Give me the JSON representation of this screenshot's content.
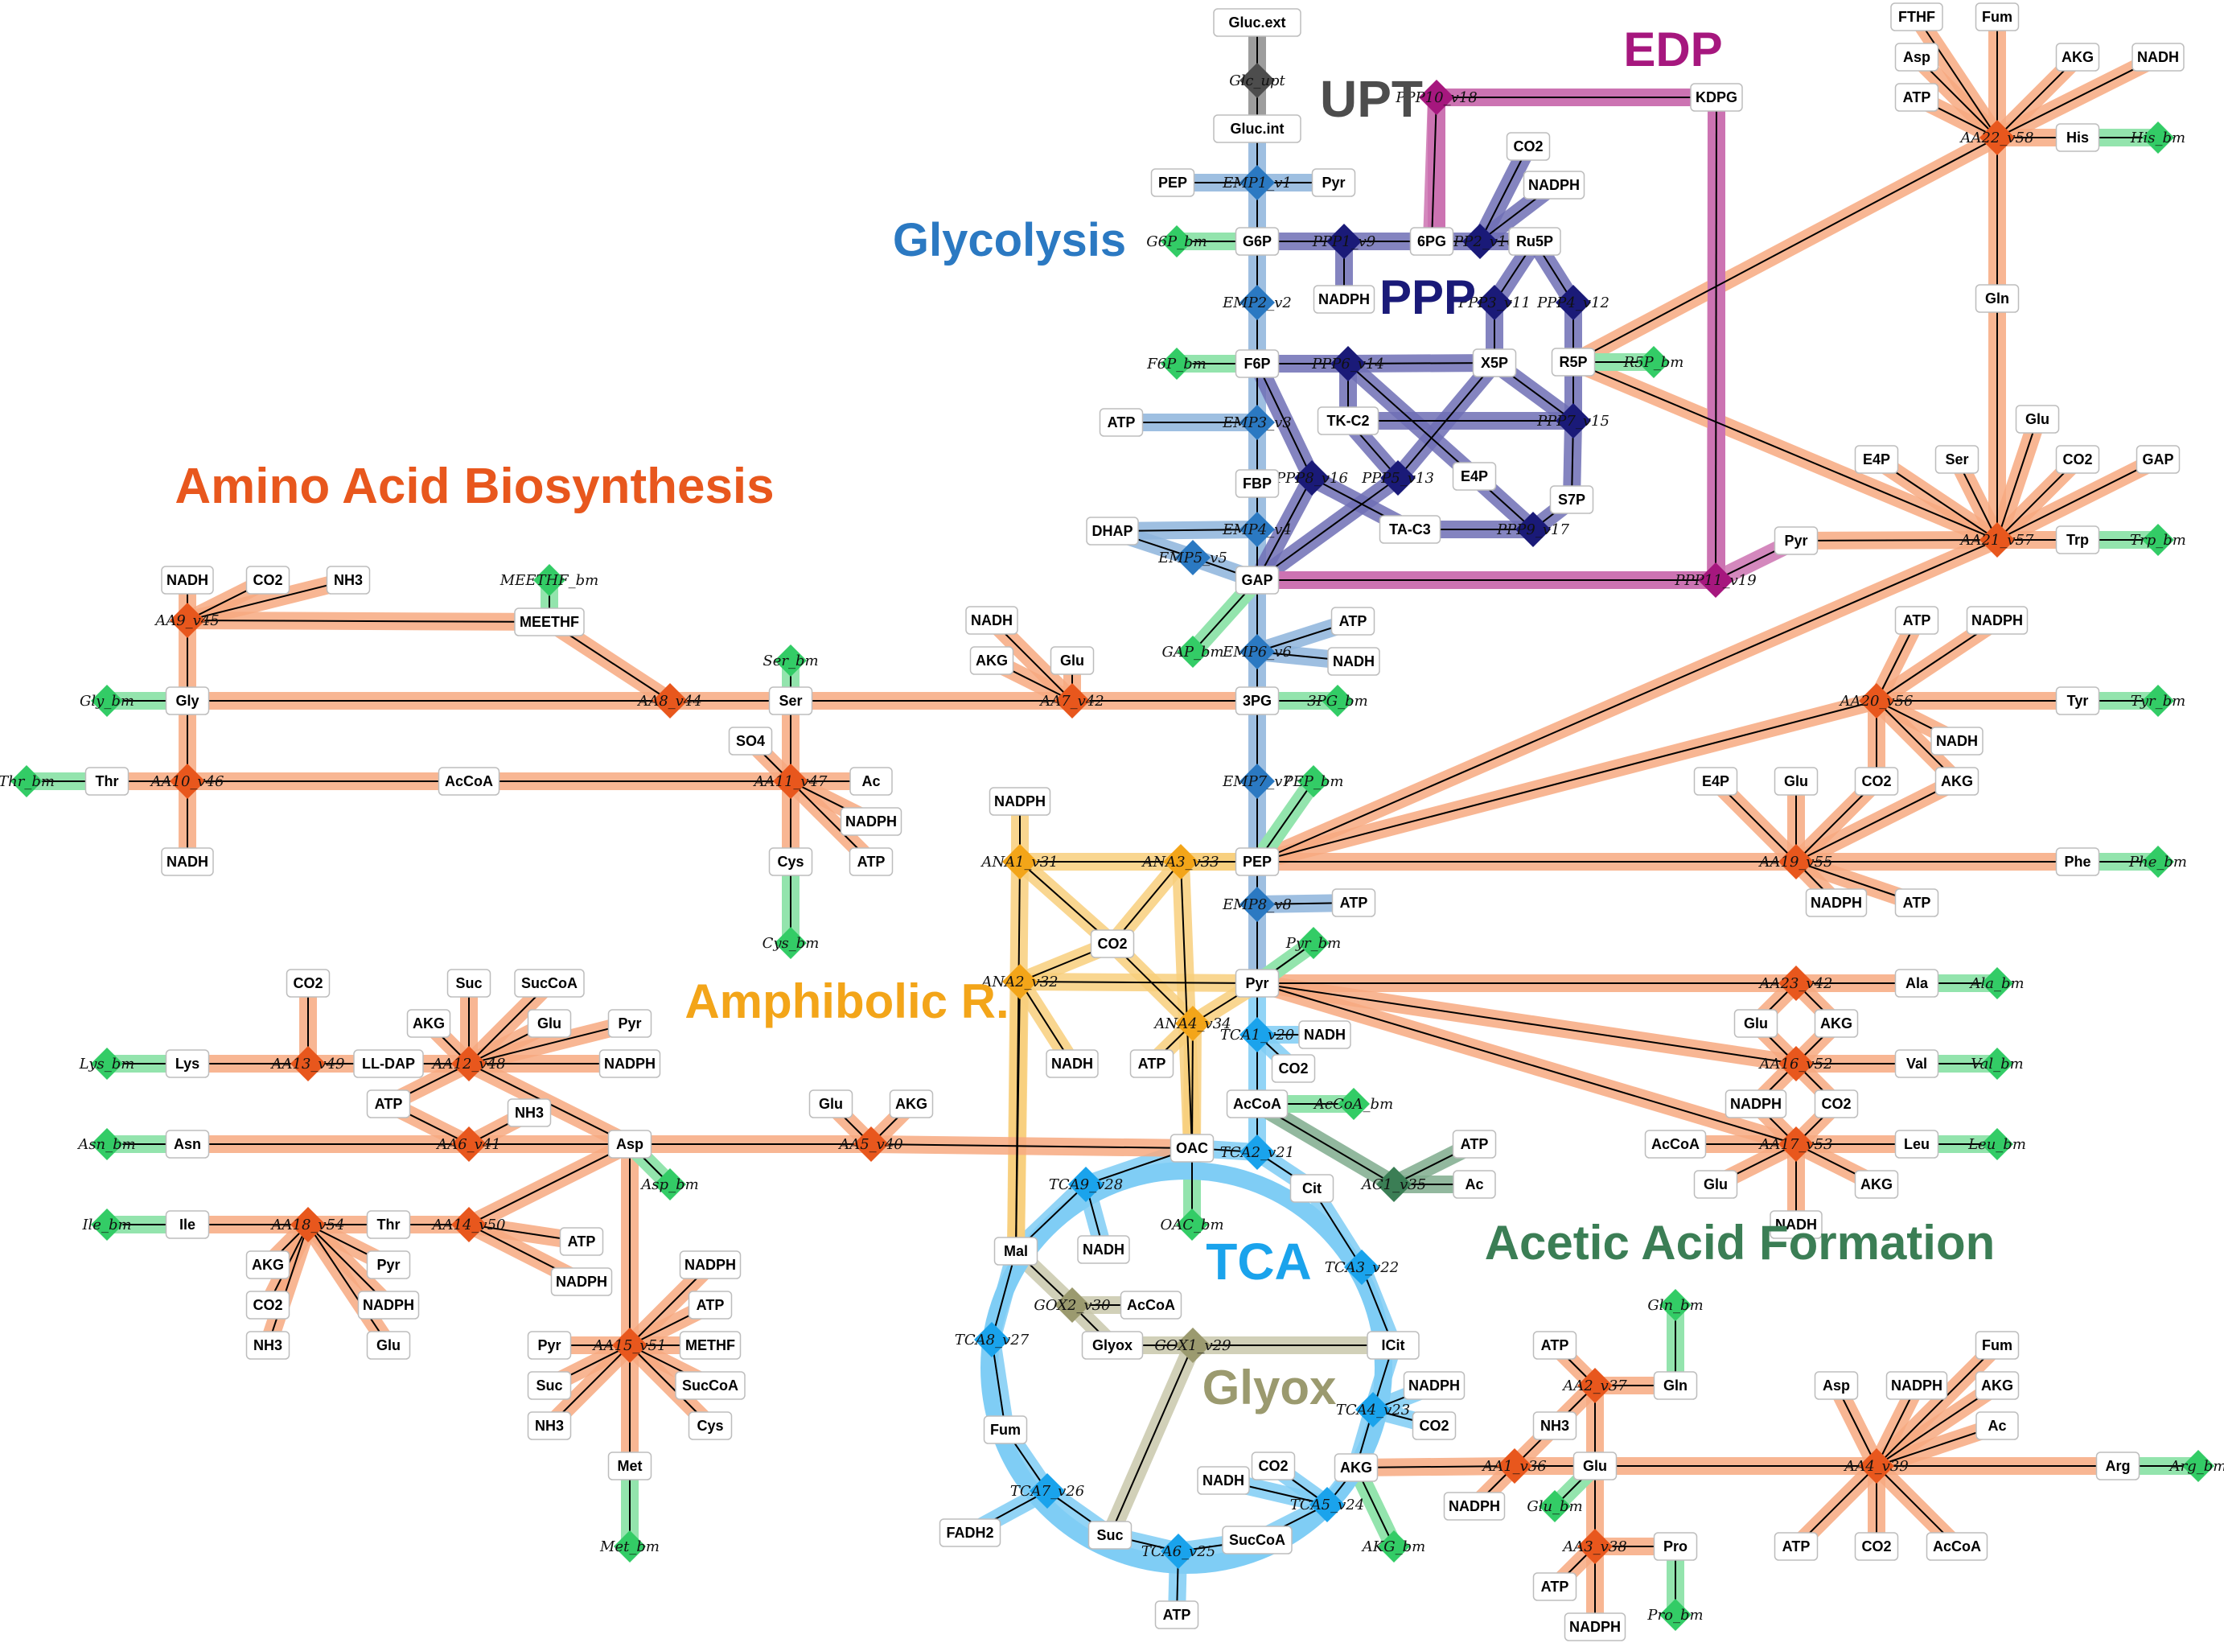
{
  "colors": {
    "glycolysis": "#2b79c2",
    "glycolysis_band": "#8db4dc",
    "ppp": "#1a1a78",
    "ppp_band": "#6f6fb5",
    "edp": "#a6177e",
    "edp_band": "#cc73b2",
    "upt": "#4d4d4d",
    "upt_band": "#8c8c8c",
    "aa": "#e8571d",
    "aa_band": "#f7a980",
    "amph": "#f3a519",
    "amph_band": "#f8cf7c",
    "tca": "#1aa3ec",
    "tca_band": "#7fcdf5",
    "glyox": "#9b9a6f",
    "glyox_band": "#c9c8ab",
    "acetic": "#3b7e55",
    "acetic_band": "#7fab8d",
    "biomass": "#33cc66",
    "biomass_band": "#93e4ad"
  },
  "regions": [
    {
      "key": "upt",
      "title": "UPT",
      "color": "#4d4d4d"
    },
    {
      "key": "edp",
      "title": "EDP",
      "color": "#a6177e"
    },
    {
      "key": "glycolysis",
      "title": "Glycolysis",
      "color": "#2b79c2"
    },
    {
      "key": "ppp",
      "title": "PPP",
      "color": "#1a1a78"
    },
    {
      "key": "aa",
      "title": "Amino Acid Biosynthesis",
      "color": "#e8571d"
    },
    {
      "key": "amph",
      "title": "Amphibolic R.",
      "color": "#f3a519"
    },
    {
      "key": "tca",
      "title": "TCA",
      "color": "#1aa3ec"
    },
    {
      "key": "glyox",
      "title": "Glyox",
      "color": "#9b9a6f"
    },
    {
      "key": "acetic",
      "title": "Acetic Acid Formation",
      "color": "#3b7e55"
    }
  ],
  "metabolites": [
    "Gluc.ext",
    "Gluc.int",
    "PEP",
    "Pyr",
    "G6P",
    "6PG",
    "Ru5P",
    "CO2",
    "NADPH",
    "X5P",
    "R5P",
    "F6P",
    "TK-C2",
    "E4P",
    "S7P",
    "ATP",
    "FBP",
    "DHAP",
    "GAP",
    "TA-C3",
    "KDPG",
    "3PG",
    "NADH",
    "AKG",
    "Glu",
    "Ser",
    "Gly",
    "MEETHF",
    "Thr",
    "AcCoA",
    "SO4",
    "Ac",
    "Cys",
    "Asp",
    "Asn",
    "Lys",
    "LL-DAP",
    "Suc",
    "SucCoA",
    "Ile",
    "Met",
    "METHF",
    "OAC",
    "Mal",
    "Glyox",
    "Fum",
    "FADH2",
    "Cit",
    "ICit",
    "Ala",
    "Val",
    "Leu",
    "Gln",
    "His",
    "Trp",
    "Tyr",
    "Phe",
    "Arg",
    "Pro",
    "FTHF",
    "NH3"
  ],
  "reactions": [
    "Glc_upt",
    "EMP1_v1",
    "EMP2_v2",
    "EMP3_v3",
    "EMP4_v4",
    "EMP5_v5",
    "EMP6_v6",
    "EMP7_v7",
    "EMP8_v8",
    "PPP1_v9",
    "PPP2_v10",
    "PPP3_v11",
    "PPP4_v12",
    "PPP5_v13",
    "PPP6_v14",
    "PPP7_v15",
    "PPP8_v16",
    "PPP9_v17",
    "PPP10_v18",
    "PPP11_v19",
    "TCA1_v20",
    "TCA2_v21",
    "TCA3_v22",
    "TCA4_v23",
    "TCA5_v24",
    "TCA6_v25",
    "TCA7_v26",
    "TCA8_v27",
    "TCA9_v28",
    "GOX1_v29",
    "GOX2_v30",
    "ANA1_v31",
    "ANA2_v32",
    "ANA3_v33",
    "ANA4_v34",
    "AC1_v35",
    "AA1_v36",
    "AA2_v37",
    "AA3_v38",
    "AA4_v39",
    "AA5_v40",
    "AA6_v41",
    "AA7_v42",
    "AA8_v44",
    "AA9_v45",
    "AA10_v46",
    "AA11_v47",
    "AA12_v48",
    "AA13_v49",
    "AA14_v50",
    "AA15_v51",
    "AA16_v52",
    "AA17_v53",
    "AA18_v54",
    "AA19_v55",
    "AA20_v56",
    "AA21_v57",
    "AA22_v58",
    "AA23_v42"
  ],
  "biomass": [
    "G6P_bm",
    "F6P_bm",
    "R5P_bm",
    "GAP_bm",
    "3PG_bm",
    "PEP_bm",
    "Pyr_bm",
    "AcCoA_bm",
    "OAC_bm",
    "AKG_bm",
    "Gly_bm",
    "Ser_bm",
    "MEETHF_bm",
    "Thr_bm",
    "Cys_bm",
    "Lys_bm",
    "Asn_bm",
    "Asp_bm",
    "Ile_bm",
    "Met_bm",
    "His_bm",
    "Trp_bm",
    "Tyr_bm",
    "Phe_bm",
    "Ala_bm",
    "Val_bm",
    "Leu_bm",
    "Gln_bm",
    "Glu_bm",
    "Arg_bm",
    "Pro_bm"
  ]
}
